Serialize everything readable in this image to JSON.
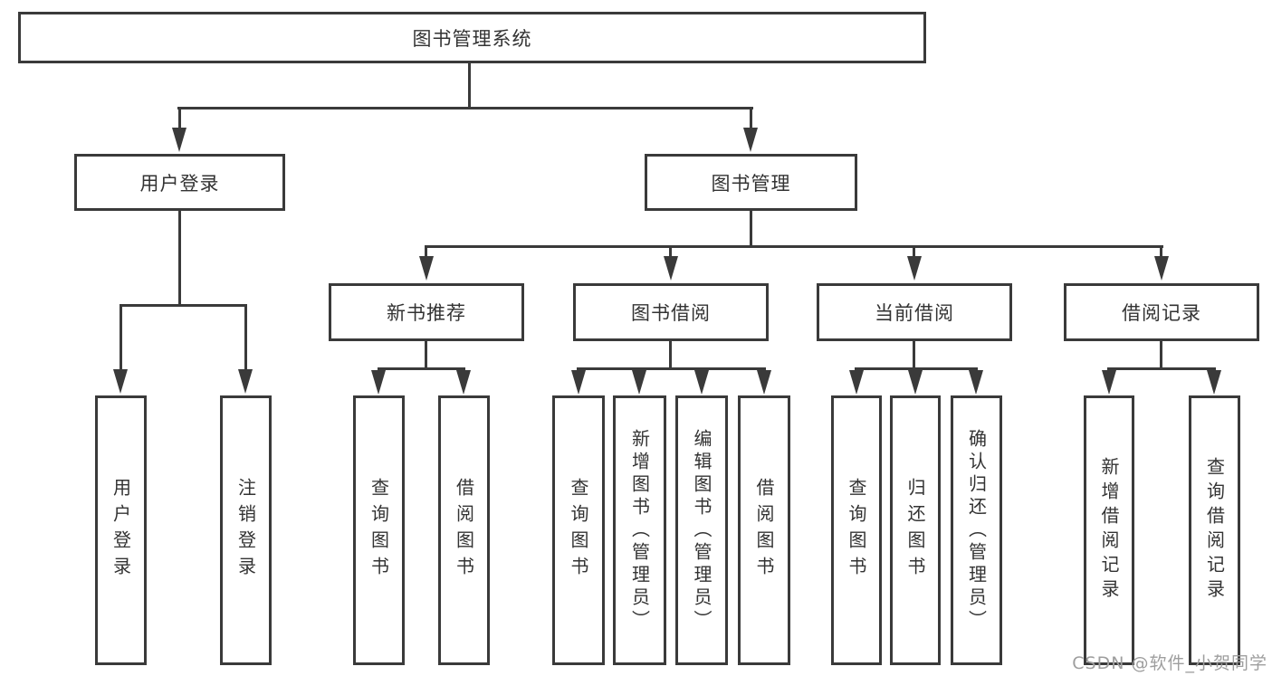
{
  "diagram_title": "图书管理系统",
  "tree": {
    "root": "图书管理系统",
    "login": {
      "label": "用户登录",
      "children": [
        "用户登录",
        "注销登录"
      ]
    },
    "management": {
      "label": "图书管理",
      "sections": [
        {
          "label": "新书推荐",
          "children": [
            "查询图书",
            "借阅图书"
          ]
        },
        {
          "label": "图书借阅",
          "children": [
            "查询图书",
            "新增图书（管理员）",
            "编辑图书（管理员）",
            "借阅图书"
          ]
        },
        {
          "label": "当前借阅",
          "children": [
            "查询图书",
            "归还图书",
            "确认归还（管理员）"
          ]
        },
        {
          "label": "借阅记录",
          "children": [
            "新增借阅记录",
            "查询借阅记录"
          ]
        }
      ]
    }
  },
  "watermark": "CSDN @软件_小贺同学",
  "colors": {
    "line": "#3a3a3a",
    "text": "#333333",
    "background": "#ffffff",
    "watermark": "#9e9e9e"
  }
}
